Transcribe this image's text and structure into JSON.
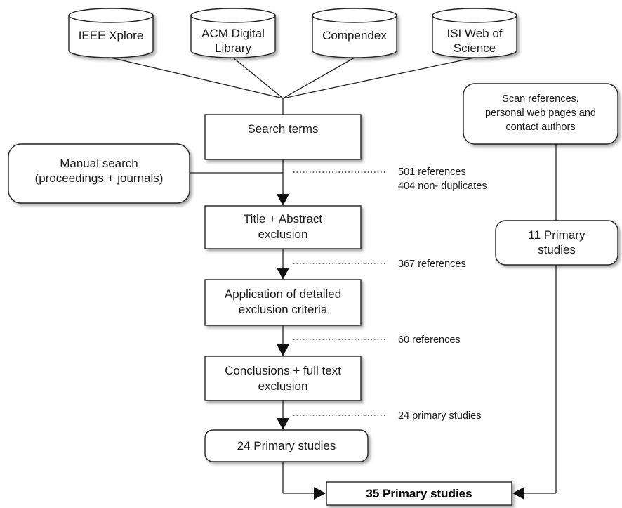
{
  "databases": [
    {
      "line1": "IEEE Xplore",
      "line2": ""
    },
    {
      "line1": "ACM Digital",
      "line2": "Library"
    },
    {
      "line1": "Compendex",
      "line2": ""
    },
    {
      "line1": "ISI Web of",
      "line2": "Science"
    }
  ],
  "steps": {
    "search_terms": "Search terms",
    "manual_search": {
      "line1": "Manual search",
      "line2": "(proceedings + journals)"
    },
    "scan_refs": {
      "line1": "Scan references,",
      "line2": "personal web pages and",
      "line3": "contact authors"
    },
    "title_abstract": {
      "line1": "Title + Abstract",
      "line2": "exclusion"
    },
    "detailed_criteria": {
      "line1": "Application of detailed",
      "line2": "exclusion criteria"
    },
    "conclusions": {
      "line1": "Conclusions + full text",
      "line2": "exclusion"
    },
    "primary_24": "24 Primary studies",
    "primary_11": {
      "line1": "11 Primary",
      "line2": "studies"
    },
    "final": "35 Primary studies"
  },
  "counts": {
    "after_search": {
      "line1": "501 references",
      "line2": "404 non- duplicates"
    },
    "after_title": "367 references",
    "after_detailed": "60 references",
    "after_conclusions": "24 primary studies"
  }
}
